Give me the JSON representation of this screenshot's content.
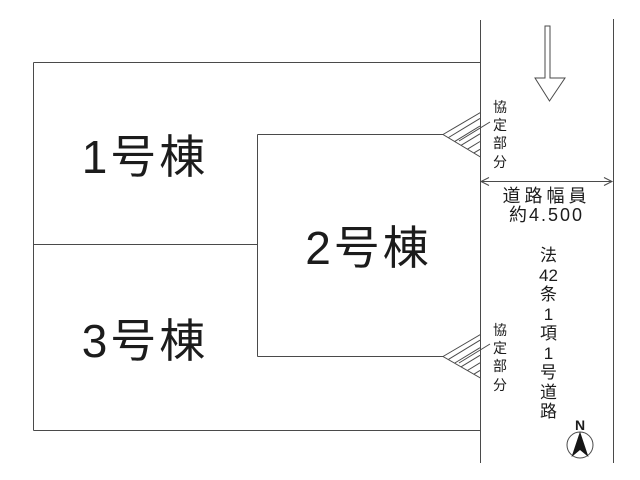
{
  "plot": {
    "buildings": [
      {
        "id": "building-1",
        "label": "1号棟"
      },
      {
        "id": "building-2",
        "label": "2号棟"
      },
      {
        "id": "building-3",
        "label": "3号棟"
      }
    ],
    "agreement_area": {
      "label": "協定部分",
      "chars": [
        "協",
        "定",
        "部",
        "分"
      ]
    },
    "road": {
      "width_title": "道路幅員",
      "width_value": "約4.500",
      "law_designation": "法42条1項1号道路",
      "law_lines": [
        "法",
        "42",
        "条",
        "1",
        "項",
        "1",
        "号",
        "道",
        "路"
      ]
    },
    "compass": {
      "north": "N"
    }
  },
  "colors": {
    "line": "#4a4a4a",
    "text": "#1c1c1c",
    "background": "#ffffff"
  }
}
